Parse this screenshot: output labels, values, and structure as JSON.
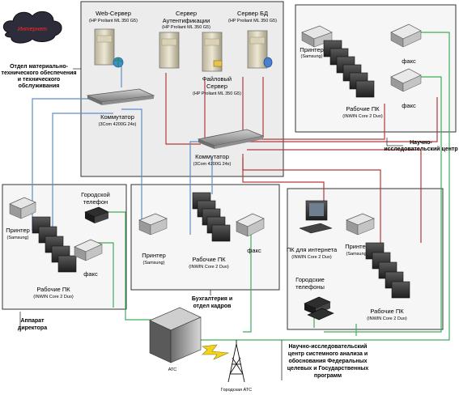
{
  "cloud": {
    "label": "Интернет"
  },
  "server_room": {
    "web_server": {
      "title": "Web-Сервер",
      "model": "(HP Proliant ML 350 G5)"
    },
    "auth_server": {
      "title_line1": "Сервер",
      "title_line2": "Аутентификации",
      "model": "(HP Proliant ML 350 G5)"
    },
    "file_server": {
      "title_line1": "Файловый",
      "title_line2": "Сервер",
      "model": "(HP Proliant ML 350 G5)"
    },
    "db_server": {
      "title": "Сервер БД",
      "model": "(HP Proliant ML 350 G5)"
    },
    "switch_1": {
      "title": "Коммутатор",
      "model": "(3Com 4200G 24x)"
    },
    "switch_2": {
      "title": "Коммутатор",
      "model": "(3Com 4200G 24x)"
    }
  },
  "callouts": {
    "maintenance": [
      "Отдел материально-",
      "технического обеспечения",
      "и технического",
      "обслуживания"
    ],
    "research_center": [
      "Научно-",
      "исследовательский центр"
    ],
    "director": [
      "Аппарат",
      "директора"
    ],
    "accounting": [
      "Бухгалтерия и",
      "отдел кадров"
    ],
    "analysis_center": [
      "Научно-исследовательский",
      "центр системного анализа и",
      "обоснования Федеральных",
      "целевых и Государственных",
      "программ"
    ]
  },
  "research_room": {
    "printer": {
      "title": "Принтер",
      "model": "(Samsung)"
    },
    "fax_1": {
      "title": "факс"
    },
    "fax_2": {
      "title": "факс"
    },
    "workstations": {
      "title": "Рабочие ПК",
      "model": "(INWIN Core 2 Duo)"
    }
  },
  "director_room": {
    "phone": {
      "title_line1": "Городской",
      "title_line2": "телефон"
    },
    "printer": {
      "title": "Принтер",
      "model": "(Samsung)"
    },
    "fax": {
      "title": "факс"
    },
    "workstations": {
      "title": "Рабочие ПК",
      "model": "(INWIN Core 2 Duo)"
    }
  },
  "accounting_room": {
    "printer": {
      "title": "Принтер",
      "model": "(Samsung)"
    },
    "workstations": {
      "title": "Рабочие ПК",
      "model": "(INWIN Core 2 Duo)"
    },
    "fax": {
      "title": "факс"
    }
  },
  "analysis_room": {
    "internet_pc": {
      "title": "ПК для интернета",
      "model": "(INWIN Core 2 Duo)"
    },
    "printer": {
      "title": "Принтер",
      "model": "(Samsung)"
    },
    "phones": {
      "title_line1": "Городские",
      "title_line2": "телефоны"
    },
    "workstations": {
      "title": "Рабочие ПК",
      "model": "(INWIN Core 2 Duo)"
    }
  },
  "pbx": {
    "label": "АТС"
  },
  "city_pbx": {
    "label": "Городская АТС"
  }
}
